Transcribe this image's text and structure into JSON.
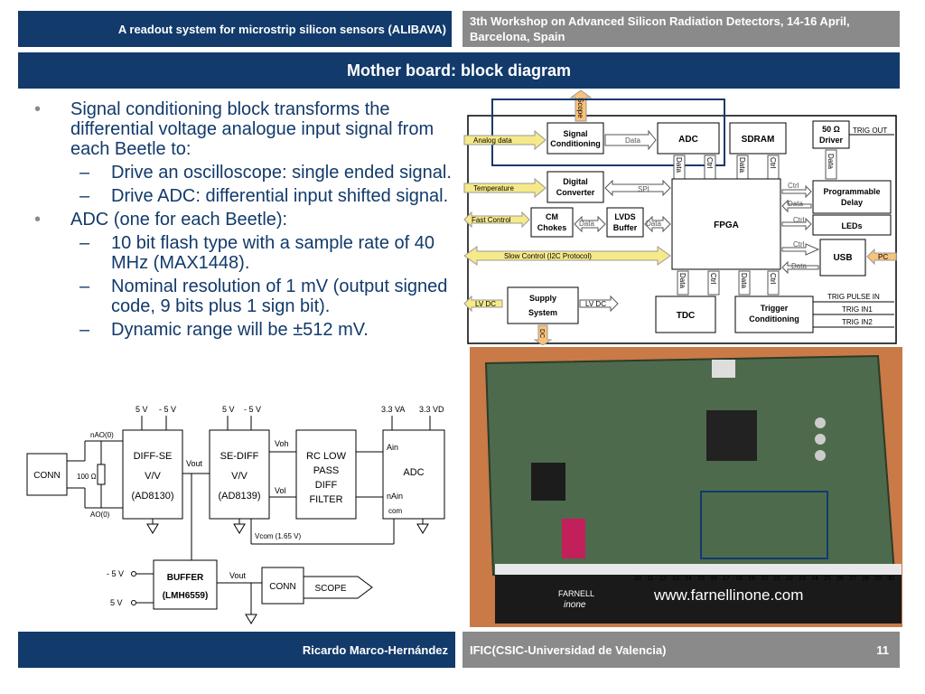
{
  "header": {
    "left_title": "A readout system for microstrip silicon sensors (ALIBAVA)",
    "right_line1": "3th Workshop on Advanced Silicon Radiation Detectors, 14-16 April,",
    "right_line2": "Barcelona, Spain"
  },
  "slide_title": "Mother board: block diagram",
  "bullets": {
    "b1": "Signal conditioning block transforms the differential voltage analogue input signal from each Beetle to:",
    "b1_1": "Drive an oscilloscope: single ended signal.",
    "b1_2": "Drive ADC: differential input shifted signal.",
    "b2": "ADC (one for each Beetle):",
    "b2_1": "10 bit flash type with a sample rate of 40 MHz (MAX1448).",
    "b2_2": "Nominal resolution of 1 mV (output signed code, 9 bits plus 1 sign bit).",
    "b2_3": "Dynamic range will be ±512 mV."
  },
  "block_diagram": {
    "scope": "Scope",
    "analog_data": "Analog data",
    "signal_cond_1": "Signal",
    "signal_cond_2": "Conditioning",
    "data": "Data",
    "ctrl": "Ctrl",
    "adc": "ADC",
    "sdram": "SDRAM",
    "driver_1": "50 Ω",
    "driver_2": "Driver",
    "trig_out": "TRIG OUT",
    "temperature": "Temperature",
    "digital_conv_1": "Digital",
    "digital_conv_2": "Converter",
    "spi": "SPI",
    "fpga": "FPGA",
    "prog_delay_1": "Programmable",
    "prog_delay_2": "Delay",
    "fast_control": "Fast Control",
    "cm_chokes_1": "CM",
    "cm_chokes_2": "Chokes",
    "lvds_1": "LVDS",
    "lvds_2": "Buffer",
    "leds": "LEDs",
    "usb": "USB",
    "pc": "PC",
    "slow_control": "Slow Control (I2C Protocol)",
    "lv_dc": "LV DC",
    "supply_1": "Supply",
    "supply_2": "System",
    "dc": "DC",
    "tdc": "TDC",
    "trigger_cond_1": "Trigger",
    "trigger_cond_2": "Conditioning",
    "trig_pulse_in": "TRIG PULSE IN",
    "trig_in1": "TRIG IN1",
    "trig_in2": "TRIG IN2"
  },
  "photo": {
    "ruler_numbers": [
      "10",
      "11",
      "12",
      "13",
      "14",
      "15",
      "16",
      "17",
      "18",
      "19",
      "20",
      "21",
      "22",
      "23",
      "24",
      "25",
      "26",
      "27",
      "28",
      "29",
      "30"
    ],
    "brand_1": "FARNELL",
    "brand_2": "inone",
    "url": "www.farnellinone.com"
  },
  "circuit": {
    "v5": "5 V",
    "vm5": "- 5 V",
    "v33va": "3.3 VA",
    "v33vd": "3.3 VD",
    "nao": "nAO(0)",
    "ao": "AO(0)",
    "conn": "CONN",
    "r100": "100 Ω",
    "diff_se": "DIFF-SE",
    "vv": "V/V",
    "ad8130": "(AD8130)",
    "se_diff": "SE-DIFF",
    "ad8139": "(AD8139)",
    "vout": "Vout",
    "voh": "Voh",
    "vol": "Vol",
    "rc_1": "RC LOW",
    "rc_2": "PASS",
    "rc_3": "DIFF",
    "rc_4": "FILTER",
    "ain": "Ain",
    "adc": "ADC",
    "nain": "nAin",
    "com": "com",
    "vcom": "Vcom (1.65 V)",
    "vm5b": "- 5 V",
    "v5b": "5 V",
    "buffer": "BUFFER",
    "lmh": "(LMH6559)",
    "scope": "SCOPE"
  },
  "footer": {
    "author": "Ricardo Marco-Hernández",
    "institute": "IFIC(CSIC-Universidad de Valencia)",
    "page": "11"
  }
}
